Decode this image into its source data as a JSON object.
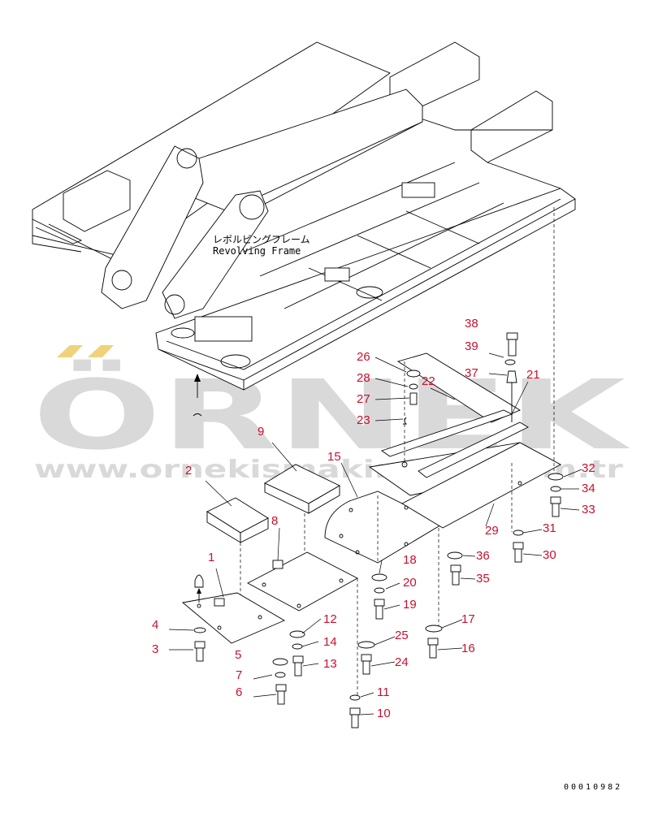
{
  "frame": {
    "label_jp": "レボルビングフレーム",
    "label_en": "Revolving Frame"
  },
  "watermark": {
    "brand": "ÖRNEK",
    "url": "www.ornekismakinalari.com.tr"
  },
  "part_number": "00010982",
  "callouts": [
    "1",
    "2",
    "3",
    "4",
    "5",
    "6",
    "7",
    "8",
    "9",
    "10",
    "11",
    "12",
    "13",
    "14",
    "15",
    "16",
    "17",
    "18",
    "19",
    "20",
    "21",
    "22",
    "23",
    "24",
    "25",
    "26",
    "27",
    "28",
    "29",
    "30",
    "31",
    "32",
    "33",
    "34",
    "35",
    "36",
    "37",
    "38",
    "39"
  ]
}
